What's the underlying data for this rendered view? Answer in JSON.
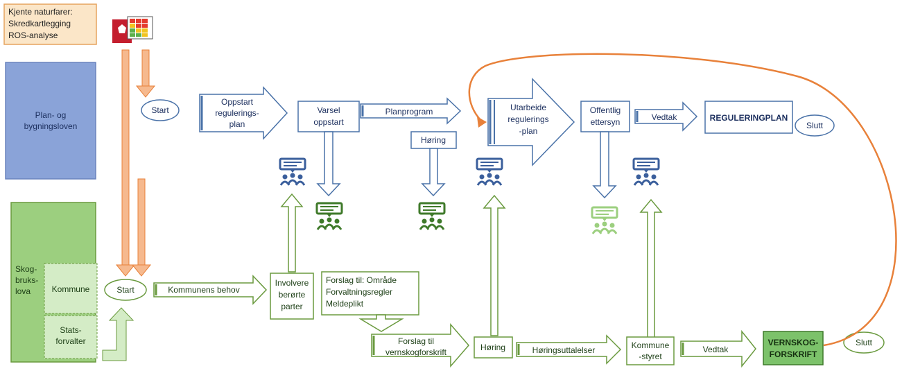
{
  "colors": {
    "blue_stroke": "#4a72a8",
    "blue_fill": "#8aa3d8",
    "green_stroke": "#6a9a3f",
    "green_fill": "#9ccf7f",
    "green_light": "#d4ecc6",
    "orange": "#e8813a",
    "orange_fill": "#f6b98e",
    "note_fill": "#fbe6c8",
    "dark_green_fill": "#7cc26a"
  },
  "top_note": {
    "lines": [
      "Kjente naturfarer:",
      "Skredkartlegging",
      "ROS-analyse"
    ]
  },
  "lanes": {
    "pbl": {
      "lines": [
        "Plan- og",
        "bygningsloven"
      ]
    },
    "skog": {
      "lines": [
        "Skog-",
        "bruks-",
        "lova"
      ]
    },
    "kommune": "Kommune",
    "statsforvalter": {
      "lines": [
        "Stats-",
        "forvalter"
      ]
    }
  },
  "pbl_flow": {
    "start": "Start",
    "oppstart": {
      "lines": [
        "Oppstart",
        "regulerings-",
        "plan"
      ]
    },
    "varsel": {
      "lines": [
        "Varsel",
        "oppstart"
      ]
    },
    "planprogram": "Planprogram",
    "horing": "Høring",
    "utarbeide": {
      "lines": [
        "Utarbeide",
        "regulerings",
        "-plan"
      ]
    },
    "offentlig": {
      "lines": [
        "Offentlig",
        "ettersyn"
      ]
    },
    "vedtak": "Vedtak",
    "reguleringplan": "REGULERINGPLAN",
    "slutt": "Slutt"
  },
  "skog_flow": {
    "start": "Start",
    "kommunens_behov": "Kommunens behov",
    "involvere": {
      "lines": [
        "Involvere",
        "berørte",
        "parter"
      ]
    },
    "forslag_omrade": {
      "lines": [
        "Forslag til: Område",
        "Forvaltningsregler",
        "Meldeplikt"
      ]
    },
    "forslag_vernskog": {
      "lines": [
        "Forslag til",
        "vernskogforskrift"
      ]
    },
    "horing": "Høring",
    "horingsuttalelser": "Høringsuttalelser",
    "kommunestyret": {
      "lines": [
        "Kommune",
        "-styret"
      ]
    },
    "vedtak": "Vedtak",
    "vernskogforskrift": {
      "lines": [
        "VERNSKOG-",
        "FORSKRIFT"
      ]
    },
    "slutt": "Slutt"
  }
}
